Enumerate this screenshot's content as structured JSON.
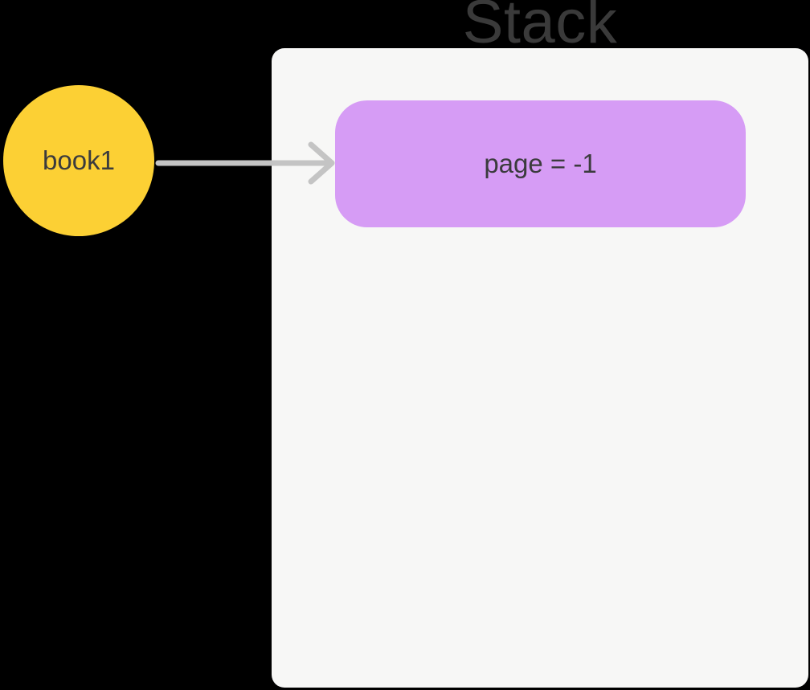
{
  "colors": {
    "background": "#000000",
    "panel": "#F7F7F6",
    "object_fill": "#D69CF5",
    "variable_fill": "#FCD034",
    "arrow": "#C4C4C4",
    "title_text": "#3A3A3A",
    "label_text": "#3B3B3D"
  },
  "diagram": {
    "title": "Stack",
    "variable": {
      "label": "book1"
    },
    "object": {
      "class_name": "Stack",
      "fields": [
        {
          "text": "page = -1"
        }
      ]
    }
  }
}
